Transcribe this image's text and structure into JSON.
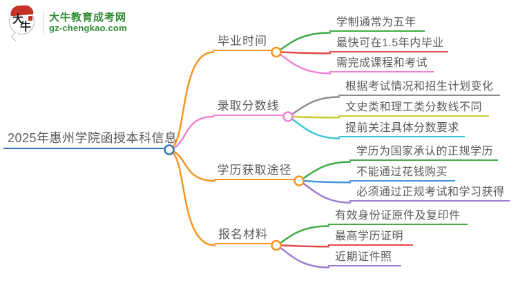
{
  "logo": {
    "site_name": "大牛教育成考网",
    "site_url": "gz-chengkao.com",
    "icon_char_1": "大",
    "icon_char_2": "牛",
    "brand_color": "#2e8b31",
    "seal_color": "#c73227"
  },
  "root": {
    "label": "2025年惠州学院函授本科信息",
    "color": "#2e74b5"
  },
  "branches": [
    {
      "label": "毕业时间",
      "color": "#f7941d",
      "children": [
        {
          "label": "学制通常为五年",
          "color": "#41ab47"
        },
        {
          "label": "最快可在1.5年内毕业",
          "color": "#e24a4a"
        },
        {
          "label": "需完成课程和考试",
          "color": "#ee82d2"
        }
      ]
    },
    {
      "label": "录取分数线",
      "color": "#ee82d2",
      "children": [
        {
          "label": "根据考试情况和招生计划变化",
          "color": "#8c8c8c"
        },
        {
          "label": "文史类和理工类分数线不同",
          "color": "#c9ca2a"
        },
        {
          "label": "提前关注具体分数要求",
          "color": "#3ac6d8"
        }
      ]
    },
    {
      "label": "学历获取途径",
      "color": "#f7941d",
      "children": [
        {
          "label": "学历为国家承认的正规学历",
          "color": "#41ab47"
        },
        {
          "label": "不能通过花钱购买",
          "color": "#4594d9"
        },
        {
          "label": "必须通过正规考试和学习获得",
          "color": "#9e7dd1"
        }
      ]
    },
    {
      "label": "报名材料",
      "color": "#f7941d",
      "children": [
        {
          "label": "有效身份证原件及复印件",
          "color": "#41ab47"
        },
        {
          "label": "最高学历证明",
          "color": "#e24a4a"
        },
        {
          "label": "近期证件照",
          "color": "#9e7dd1"
        }
      ]
    }
  ]
}
